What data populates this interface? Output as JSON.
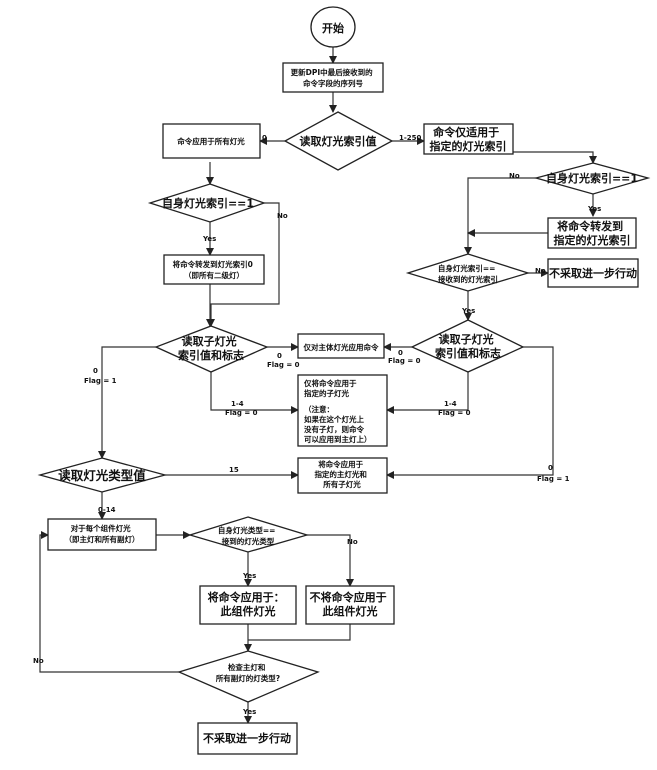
{
  "nodes": {
    "start": "开始",
    "update_seq": [
      "更新DPI中最后接收到的",
      "命令字段的序列号"
    ],
    "read_light_index": "读取灯光索引值",
    "apply_all": "命令应用于所有灯光",
    "cmd_specific": [
      "命令仅适用于",
      "指定的灯光索引"
    ],
    "self_index_1_left": "自身灯光索引==1",
    "self_index_1_right": "自身灯光索引==1",
    "forward_subs": [
      "将命令转发到灯光索引0",
      "（即所有二级灯）"
    ],
    "forward_index": [
      "将命令转发到",
      "指定的灯光索引"
    ],
    "self_eq_received": [
      "自身灯光索引==",
      "接收到的灯光索引"
    ],
    "no_action_1": "不采取进一步行动",
    "read_sub_left": [
      "读取子灯光",
      "索引值和标志"
    ],
    "read_sub_right": [
      "读取子灯光",
      "索引值和标志"
    ],
    "apply_master_only": "仅对主体灯光应用命令",
    "apply_sub_note": [
      "仅将命令应用于",
      "指定的子灯光",
      "",
      "（注意：",
      "如果在这个灯光上",
      "没有子灯，则命令",
      "可以应用到主灯上）"
    ],
    "read_type": "读取灯光类型值",
    "apply_master_all_subs": [
      "将命令应用于",
      "指定的主灯光和",
      "所有子灯光"
    ],
    "each_component": [
      "对于每个组件灯光",
      "（即主灯和所有副灯）"
    ],
    "self_type_eq": [
      "自身灯光类型==",
      "接到的灯光类型"
    ],
    "apply_component": [
      "将命令应用于：",
      "此组件灯光"
    ],
    "not_apply_component": [
      "不将命令应用于",
      "此组件灯光"
    ],
    "check_types": [
      "检查主灯和",
      "所有副灯的灯类型?"
    ],
    "no_action_2": "不采取进一步行动"
  },
  "labels": {
    "zero": "0",
    "range_1_250": "1-250",
    "no": "No",
    "yes": "Yes",
    "flag_1": "Flag = 1",
    "flag_0": "Flag = 0",
    "range_1_4": "1-4",
    "fifteen": "15",
    "range_0_14": "0-14"
  }
}
